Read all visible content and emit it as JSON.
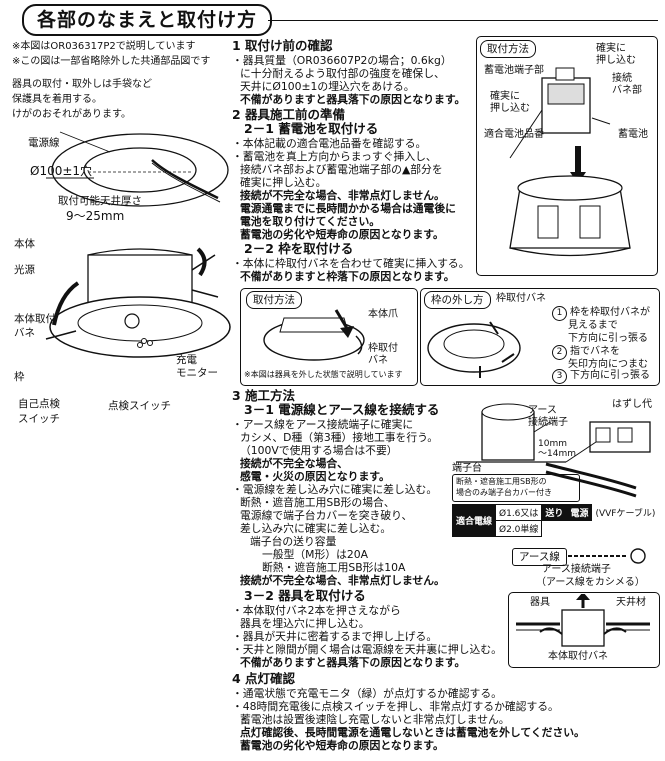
{
  "header": {
    "title": "各部のなまえと取付け方"
  },
  "notes": {
    "line1": "※本図はOR036317P2で説明しています",
    "line2": "※この図は一部省略除外した共通部品図です",
    "line3": "器具の取付・取外しは手袋など",
    "line4": "保護具を着用する。",
    "line5": "けがのおそれがあります。"
  },
  "ceiling_fig": {
    "power_wire": "電源線",
    "diameter": "Ø100±1穴",
    "thickness_label": "取付可能天井厚さ",
    "thickness_value": "9～25mm"
  },
  "fixture_fig": {
    "body": "本体",
    "light_source": "光源",
    "mount_spring_1": "本体取付",
    "mount_spring_2": "バネ",
    "frame": "枠",
    "charge_monitor_1": "充電",
    "charge_monitor_2": "モニター",
    "self_check_1": "自己点検",
    "self_check_2": "スイッチ",
    "check_switch": "点検スイッチ"
  },
  "sec1": {
    "heading": "1 取付け前の確認",
    "l1": "・器具質量（OR036607P2の場合；0.6kg）",
    "l2": "に十分耐えるよう取付部の強度を確保し、",
    "l3": "天井にØ100±1の埋込穴をあける。",
    "l4": "不備がありますと器具落下の原因となります。"
  },
  "sec2": {
    "heading": "2 器具施工前の準備",
    "sub1": "2－1 蓄電池を取付ける",
    "l1": "・本体記載の適合電池品番を確認する。",
    "l2": "・蓄電池を真上方向からまっすぐ挿入し、",
    "l3": "接続バネ部および蓄電池端子部の▲部分を",
    "l4": "確実に押し込む。",
    "l5": "接続が不完全な場合、非常点灯しません。",
    "l6": "電源通電までに長時間かかる場合は通電後に",
    "l7": "電池を取り付けてください。",
    "l8": "蓄電池の劣化や短寿命の原因となります。",
    "sub2": "2－2 枠を取付ける",
    "l9": "・本体に枠取付バネを合わせて確実に挿入する。",
    "l10": "不備がありますと枠落下の原因となります。"
  },
  "battery_box": {
    "title": "取付方法",
    "terminal": "蓄電池端子部",
    "push1_a": "確実に",
    "push1_b": "押し込む",
    "spring_a": "接続",
    "spring_b": "バネ部",
    "push2_a": "確実に",
    "push2_b": "押し込む",
    "model_label": "適合電池品番",
    "battery": "蓄電池"
  },
  "frame_box": {
    "title": "取付方法",
    "claw": "本体爪",
    "spring_a": "枠取付",
    "spring_b": "バネ",
    "note": "※本図は器具を外した状態で説明しています"
  },
  "remove_box": {
    "title": "枠の外し方",
    "spring": "枠取付バネ",
    "s1a": "枠を枠取付バネが",
    "s1b": "見えるまで",
    "s1c": "下方向に引っ張る",
    "s2": "指でバネを",
    "s2b": "矢印方向につまむ",
    "s3": "下方向に引っ張る",
    "n1": "1",
    "n2": "2",
    "n3": "3"
  },
  "sec3": {
    "heading": "3 施工方法",
    "sub1": "3－1 電源線とアース線を接続する",
    "l1": "・アース線をアース接続端子に確実に",
    "l2": "カシメ、D種（第3種）接地工事を行う。",
    "l3": "（100Vで使用する場合は不要）",
    "l4": "接続が不完全な場合、",
    "l5": "感電・火災の原因となります。",
    "l6": "・電源線を差し込み穴に確実に差し込む。",
    "l7": "断熱・遮音施工用SB形の場合、",
    "l8": "電源線で端子台カバーを突き破り、",
    "l9": "差し込み穴に確実に差し込む。",
    "l10": "端子台の送り容量",
    "l11": "一般型（M形）は20A",
    "l12": "断熱・遮音施工用SB形は10A",
    "l13": "接続が不完全な場合、非常点灯しません。",
    "sub2": "3－2 器具を取付ける",
    "l14": "・本体取付バネ2本を押さえながら",
    "l15": "器具を埋込穴に押し込む。",
    "l16": "・器具が天井に密着するまで押し上げる。",
    "l17": "・天井と隙間が開く場合は電源線を天井裏に押し込む。",
    "l18": "不備がありますと器具落下の原因となります。"
  },
  "wiring_fig": {
    "earth_terminal_a": "アース",
    "earth_terminal_b": "接続端子",
    "strip": "はずし代",
    "len": "10mm",
    "len2": "～14mm",
    "tb": "端子台",
    "sb_note_a": "断熱・遮音施工用SB形の",
    "sb_note_b": "場合のみ端子台カバー付き",
    "wire_label": "適合電線",
    "wire1": "Ø1.6又は",
    "wire2": "Ø2.0単線",
    "feed": "送り",
    "power": "電源",
    "vvf": "(VVFケーブル)"
  },
  "earth_fig": {
    "earth_wire": "アース線",
    "earth_term": "アース接続端子",
    "crimp": "（アース線をカシメる）"
  },
  "install_fig": {
    "fixture": "器具",
    "ceiling": "天井材",
    "spring": "本体取付バネ"
  },
  "sec4": {
    "heading": "4 点灯確認",
    "l1": "・通電状態で充電モニタ（緑）が点灯するか確認する。",
    "l2": "・48時間充電後に点検スイッチを押し、非常点灯するか確認する。",
    "l3": "蓄電池は設置後速陰し充電しないと非常点灯しません。",
    "l4": "点灯確認後、長時間電源を通電しないときは蓄電池を外してください。",
    "l5": "蓄電池の劣化や短寿命の原因となります。"
  }
}
